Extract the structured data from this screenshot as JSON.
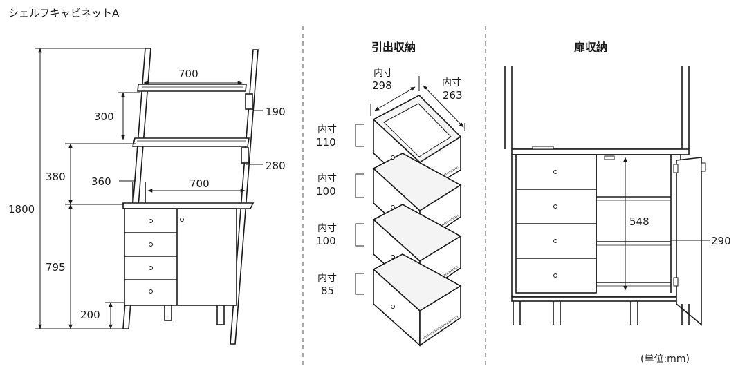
{
  "title": "シェルフキャビネットA",
  "unit_note": "(単位:mm)",
  "colors": {
    "line": "#1a1a1a",
    "panel": "#ffffff",
    "shade": "#9a9a9a",
    "divider": "#888888"
  },
  "shelf": {
    "dims": {
      "total_height": "1800",
      "upper_width": "700",
      "lower_width": "700",
      "top_gap": "300",
      "mid_gap": "380",
      "cabinet_height": "795",
      "leg_height": "200",
      "top_depth": "190",
      "mid_depth": "280",
      "inner_depth": "360"
    }
  },
  "drawer": {
    "heading": "引出収納",
    "width_label": "内寸",
    "width_value": "298",
    "depth_label": "内寸",
    "depth_value": "263",
    "heights": [
      {
        "label": "内寸",
        "value": "110"
      },
      {
        "label": "内寸",
        "value": "100"
      },
      {
        "label": "内寸",
        "value": "100"
      },
      {
        "label": "内寸",
        "value": "85"
      }
    ]
  },
  "door": {
    "heading": "扉収納",
    "inner_height": "548",
    "inner_depth": "290"
  }
}
